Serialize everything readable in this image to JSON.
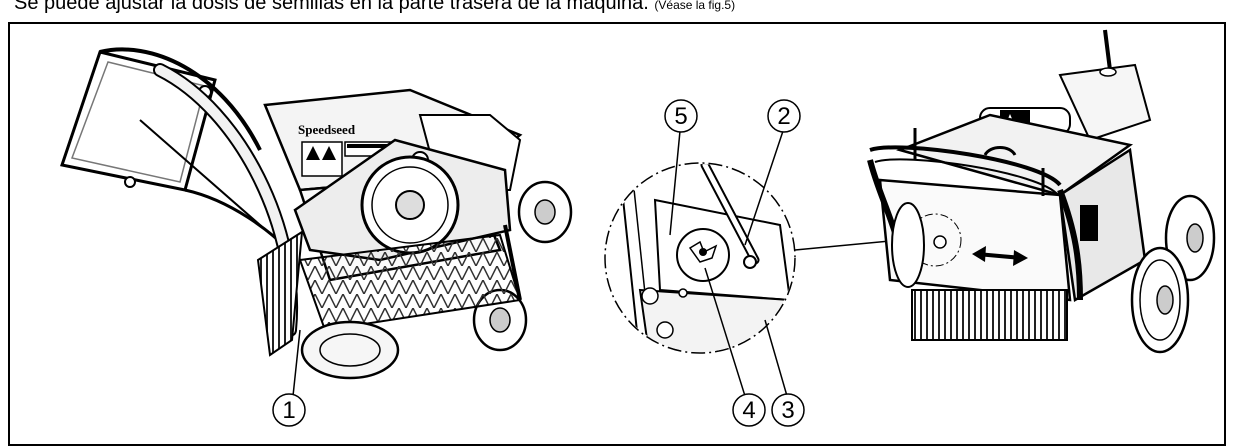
{
  "caption": {
    "text": "Se puede ajustar la dosis de semillas en la parte trasera de la máquina.",
    "ref": "(Véase la fig.5)"
  },
  "left_machine": {
    "brand_text": "Speedseed",
    "callouts": [
      "1"
    ]
  },
  "detail": {
    "callouts": [
      "5",
      "2",
      "4",
      "3"
    ]
  },
  "colors": {
    "line": "#000000",
    "light": "#e6e6e6",
    "mid": "#bdbdbd",
    "dark": "#555555"
  }
}
